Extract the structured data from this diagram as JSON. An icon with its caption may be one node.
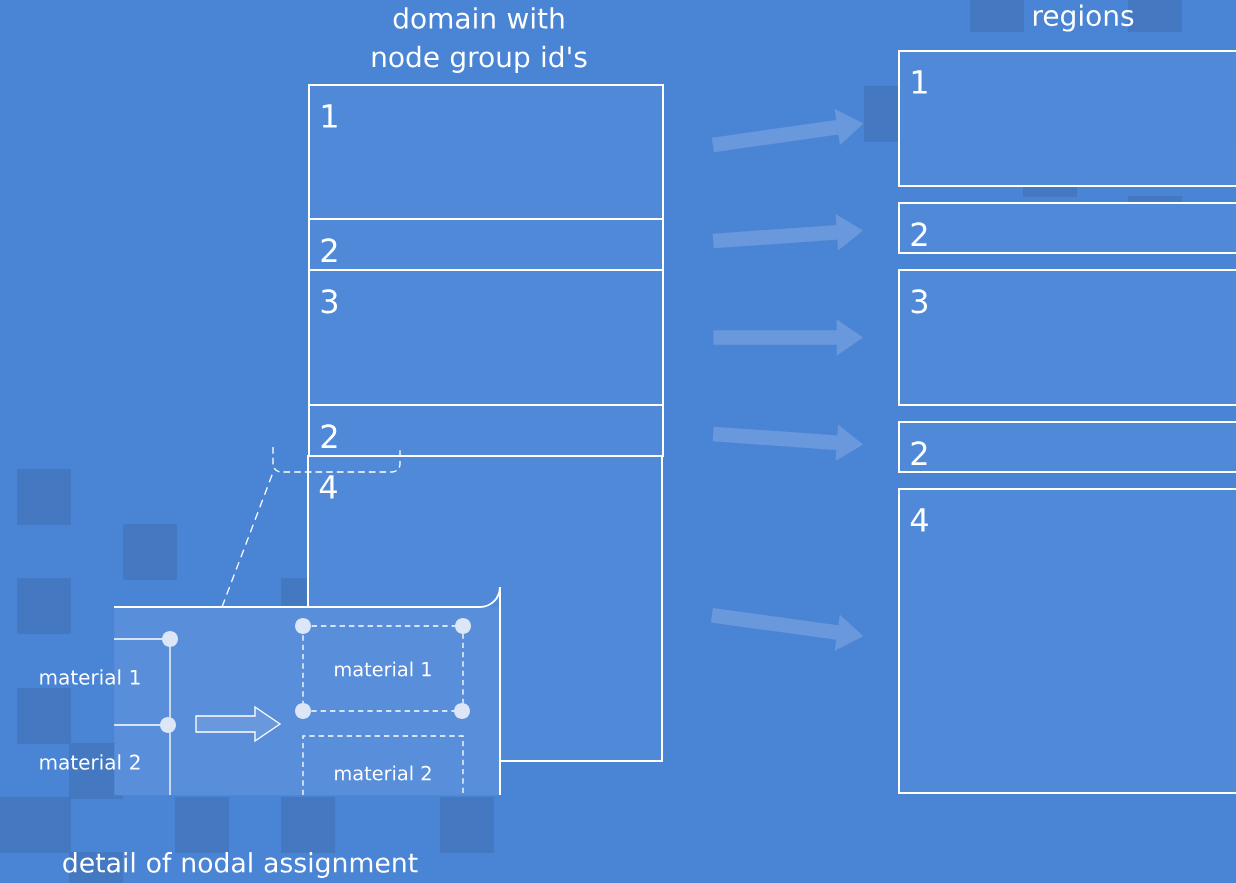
{
  "diagram": {
    "nodes": [
      {
        "text": [
          "1"
        ]
      },
      {
        "text": [
          "2"
        ]
      },
      {
        "text": [
          "3"
        ]
      },
      {
        "text": [
          "2"
        ]
      },
      {
        "text": [
          "4"
        ]
      },
      {
        "text": [
          "1"
        ]
      },
      {
        "text": [
          "2"
        ]
      },
      {
        "text": [
          "3"
        ]
      },
      {
        "text": [
          "2"
        ]
      },
      {
        "text": [
          "4"
        ]
      },
      {
        "text": [],
        "shape": "box"
      },
      {
        "text": [],
        "shape": "box"
      },
      {
        "text": [
          "material 1"
        ]
      },
      {
        "text": [
          "material 2"
        ],
        "in": 10
      }
    ],
    "edges": [
      {
        "from": 0,
        "to": 5,
        "arrow": "to"
      },
      {
        "from": 1,
        "to": 6,
        "arrow": "to"
      },
      {
        "from": 2,
        "to": 7,
        "arrow": "to"
      },
      {
        "from": 3,
        "to": 8,
        "arrow": "to"
      },
      {
        "from": 4,
        "to": 9,
        "arrow": "to"
      },
      {
        "from": 10,
        "to": 11,
        "arrow": "none",
        "style": "dashed",
        "color": "#ffffff"
      }
    ],
    "labels": [
      "domain with node group id's",
      "regions",
      "material 1",
      "material 2",
      "detail of nodal assignment"
    ]
  }
}
